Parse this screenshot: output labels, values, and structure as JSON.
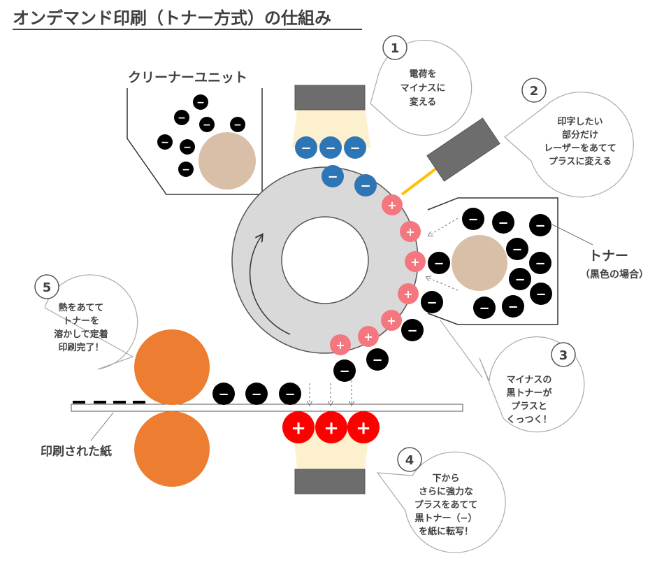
{
  "title": "オンデマンド印刷（トナー方式）の仕組み",
  "labels": {
    "cleaner": "クリーナーユニット",
    "toner": "トナー",
    "toner_note": "（黒色の場合）",
    "paper": "印刷された紙"
  },
  "symbols": {
    "minus": "−",
    "plus": "+"
  },
  "steps": [
    {
      "num": "1",
      "lines": [
        "電荷を",
        "マイナスに",
        "変える"
      ]
    },
    {
      "num": "2",
      "lines": [
        "印字したい",
        "部分だけ",
        "レーザーをあてて",
        "プラスに変える"
      ]
    },
    {
      "num": "3",
      "lines": [
        "マイナスの",
        "黒トナーが",
        "プラスと",
        "くっつく！"
      ]
    },
    {
      "num": "4",
      "lines": [
        "下から",
        "さらに強力な",
        "プラスをあてて",
        "黒トナー（−）",
        "を紙に転写！"
      ]
    },
    {
      "num": "5",
      "lines": [
        "熱をあてて",
        "トナーを",
        "溶かして定着",
        "印刷完了！"
      ]
    }
  ],
  "colors": {
    "drum": "#d9d9d9",
    "charger": "#6d6d6d",
    "beam": "#fdf0cf",
    "blue_charge": "#2e75b6",
    "pink_charge": "#f4777f",
    "red_charge": "#ff0000",
    "toner": "#000000",
    "toner_roller": "#d9bfa7",
    "fuser": "#ed7d31",
    "laser": "#ffc000"
  }
}
